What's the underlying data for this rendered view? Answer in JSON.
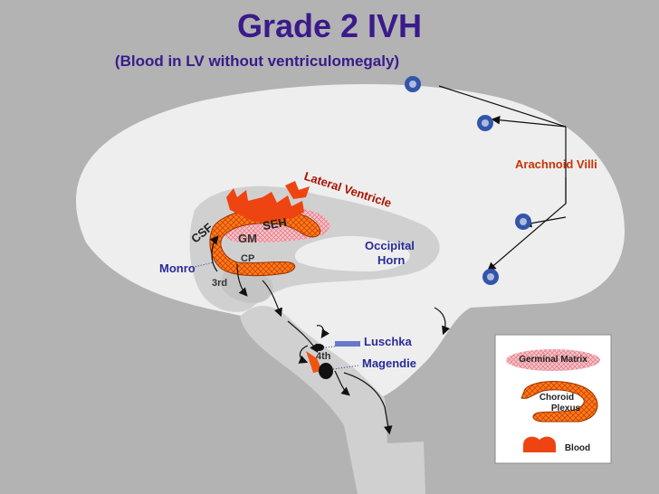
{
  "title": "Grade 2 IVH",
  "subtitle": "(Blood in LV without ventriculomegaly)",
  "labels": {
    "lateral_ventricle": "Lateral Ventricle",
    "seh": "SEH",
    "csf": "CSF",
    "gm": "GM",
    "cp": "CP",
    "monro": "Monro",
    "third": "3rd",
    "fourth": "4th",
    "occipital": "Occipital",
    "horn": "Horn",
    "luschka": "Luschka",
    "magendie": "Magendie",
    "arachnoid_villi": "Arachnoid Villi"
  },
  "legend": {
    "germinal_matrix": "Germinal Matrix",
    "choroid": "Choroid",
    "plexus": "Plexus",
    "blood": "Blood"
  },
  "colors": {
    "title": "#3a1a8c",
    "label_blue": "#2b2b9a",
    "arachnoid": "#cc3300",
    "choroid_fill": "#ff6a1a",
    "germinal_fill": "#f5a8b0",
    "blood": "#ee4411",
    "brain": "#eeeeee",
    "ventricle": "#d0d0d0",
    "villi": "#3355aa"
  }
}
